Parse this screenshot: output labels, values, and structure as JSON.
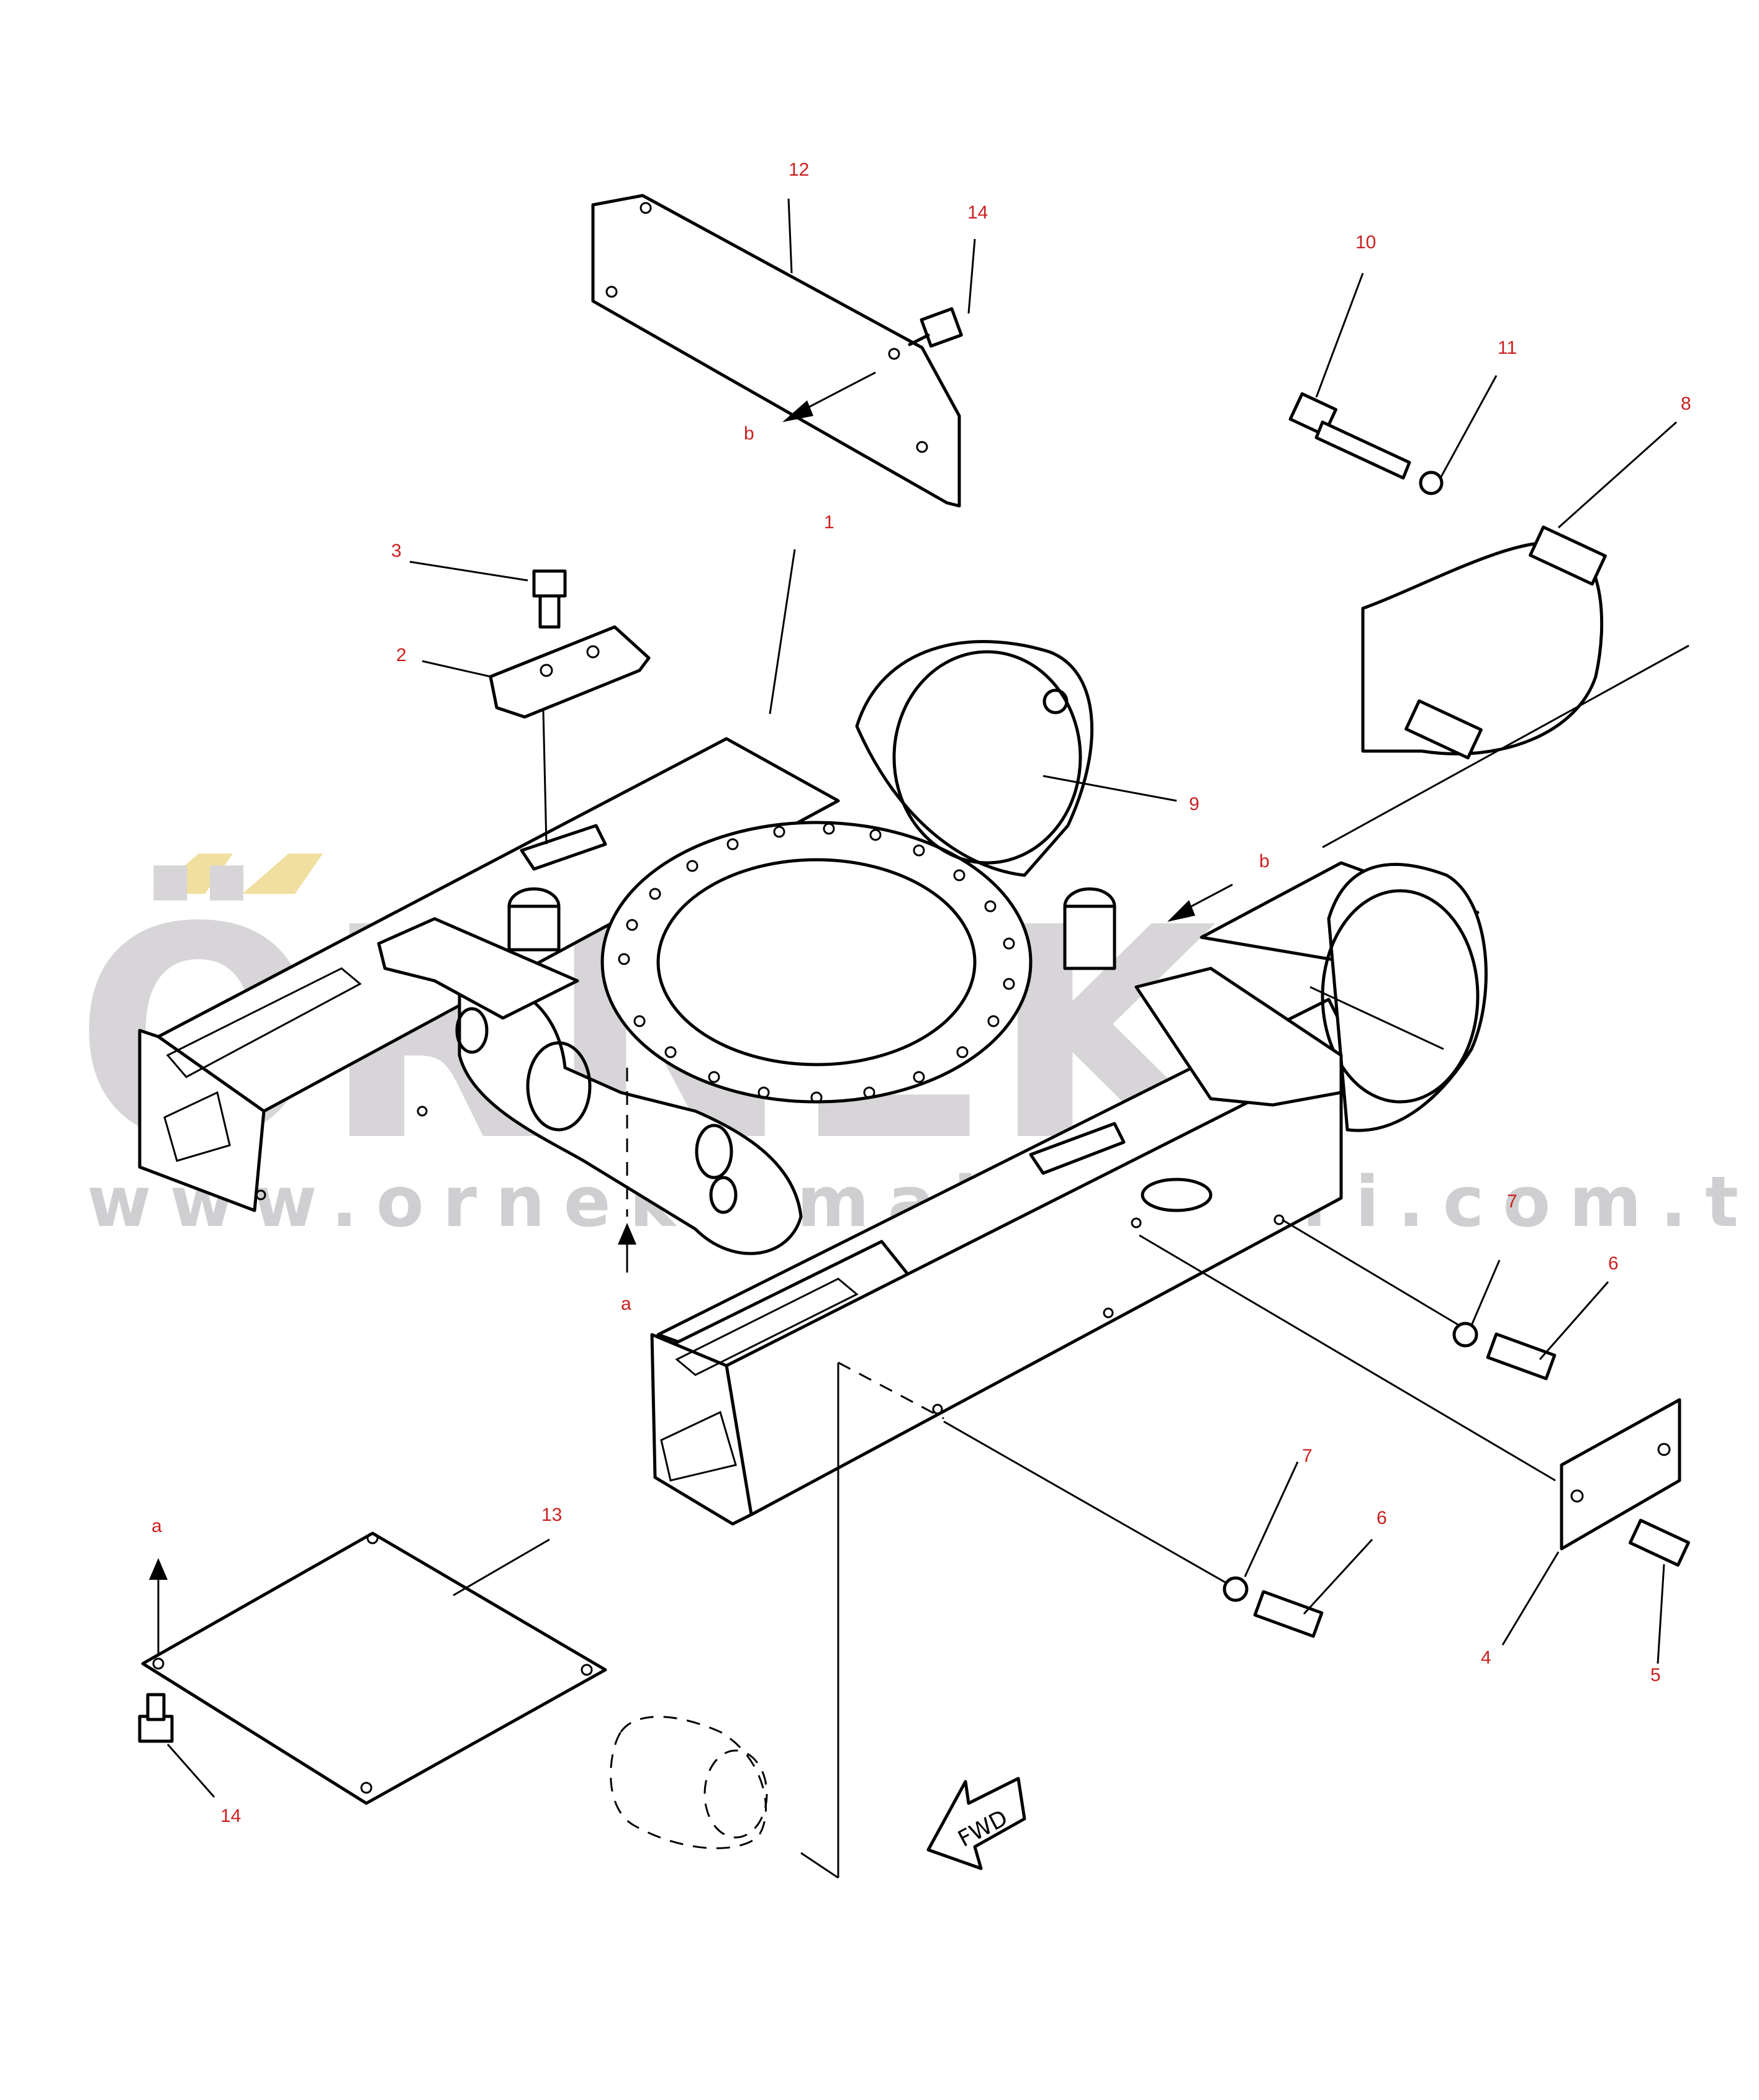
{
  "watermark": {
    "logo": "ÖRNEK",
    "url": "www.ornekismakinalari.com.tr",
    "accent_color": "#f1dfa0",
    "gray_color": "#d7d5d8"
  },
  "callouts": [
    "1",
    "2",
    "3",
    "4",
    "5",
    "6",
    "6",
    "7",
    "7",
    "8",
    "9",
    "10",
    "11",
    "12",
    "13",
    "14",
    "14"
  ],
  "refs": [
    "a",
    "a",
    "b",
    "b"
  ],
  "fwd_label": "FWD",
  "colors": {
    "callout": "#cc1f1f",
    "line": "#000000"
  }
}
